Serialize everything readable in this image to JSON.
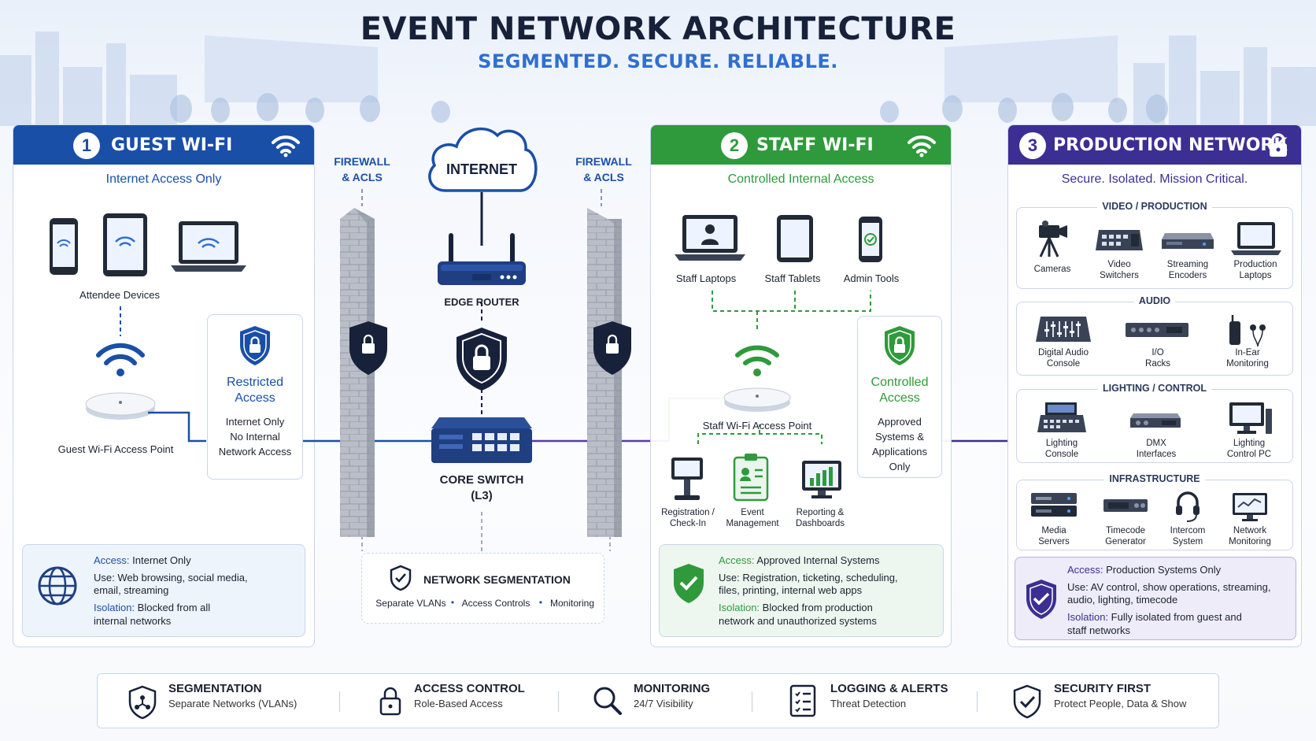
{
  "header": {
    "title": "EVENT NETWORK ARCHITECTURE",
    "subtitle": "SEGMENTED. SECURE. RELIABLE."
  },
  "colors": {
    "guest": "#1a4fa8",
    "staff": "#2f9a3c",
    "production": "#3b2f93",
    "ink": "#17213a"
  },
  "center": {
    "firewall_left": [
      "FIREWALL",
      "& ACLS"
    ],
    "firewall_right": [
      "FIREWALL",
      "& ACLS"
    ],
    "internet": "INTERNET",
    "edge_router": "EDGE ROUTER",
    "core_switch": [
      "CORE SWITCH",
      "(L3)"
    ],
    "segmentation": {
      "title": "NETWORK SEGMENTATION",
      "items": [
        "Separate VLANs",
        "Access Controls",
        "Monitoring"
      ]
    }
  },
  "guest": {
    "number": "1",
    "title": "GUEST WI-FI",
    "tagline": "Internet Access Only",
    "devices_label": "Attendee Devices",
    "ap_label": "Guest Wi-Fi Access Point",
    "restricted": {
      "title": [
        "Restricted",
        "Access"
      ],
      "lines": [
        "Internet Only",
        "No Internal",
        "Network Access"
      ]
    },
    "info": {
      "access_key": "Access:",
      "access_val": "Internet Only",
      "use_key": "Use:",
      "use_val": [
        "Web browsing, social media,",
        "email, streaming"
      ],
      "iso_key": "Isolation:",
      "iso_val": [
        "Blocked from all",
        "internal networks"
      ]
    }
  },
  "staff": {
    "number": "2",
    "title": "STAFF WI-FI",
    "tagline": "Controlled Internal Access",
    "devices": [
      "Staff Laptops",
      "Staff Tablets",
      "Admin Tools"
    ],
    "ap_label": "Staff Wi-Fi Access Point",
    "apps": [
      [
        "Registration /",
        "Check-In"
      ],
      [
        "Event",
        "Management"
      ],
      [
        "Reporting &",
        "Dashboards"
      ]
    ],
    "controlled": {
      "title": [
        "Controlled",
        "Access"
      ],
      "lines": [
        "Approved",
        "Systems &",
        "Applications",
        "Only"
      ]
    },
    "info": {
      "access_key": "Access:",
      "access_val": "Approved Internal Systems",
      "use_key": "Use:",
      "use_val": [
        "Registration, ticketing, scheduling,",
        "files, printing, internal web apps"
      ],
      "iso_key": "Isolation:",
      "iso_val": [
        "Blocked from production",
        "network and unauthorized systems"
      ]
    }
  },
  "production": {
    "number": "3",
    "title": "PRODUCTION NETWORK",
    "tagline": "Secure. Isolated. Mission Critical.",
    "groups": [
      {
        "name": "VIDEO / PRODUCTION",
        "items": [
          [
            "Cameras"
          ],
          [
            "Video",
            "Switchers"
          ],
          [
            "Streaming",
            "Encoders"
          ],
          [
            "Production",
            "Laptops"
          ]
        ]
      },
      {
        "name": "AUDIO",
        "items": [
          [
            "Digital Audio",
            "Console"
          ],
          [
            "I/O",
            "Racks"
          ],
          [
            "In-Ear",
            "Monitoring"
          ]
        ]
      },
      {
        "name": "LIGHTING / CONTROL",
        "items": [
          [
            "Lighting",
            "Console"
          ],
          [
            "DMX",
            "Interfaces"
          ],
          [
            "Lighting",
            "Control PC"
          ]
        ]
      },
      {
        "name": "INFRASTRUCTURE",
        "items": [
          [
            "Media",
            "Servers"
          ],
          [
            "Timecode",
            "Generator"
          ],
          [
            "Intercom",
            "System"
          ],
          [
            "Network",
            "Monitoring"
          ]
        ]
      }
    ],
    "info": {
      "access_key": "Access:",
      "access_val": "Production Systems Only",
      "use_key": "Use:",
      "use_val": [
        "AV control, show operations, streaming,",
        "audio, lighting, timecode"
      ],
      "iso_key": "Isolation:",
      "iso_val": [
        "Fully isolated from guest and",
        "staff networks"
      ]
    }
  },
  "features": [
    {
      "title": "SEGMENTATION",
      "sub": "Separate Networks (VLANs)",
      "icon": "shield-network-icon"
    },
    {
      "title": "ACCESS CONTROL",
      "sub": "Role-Based Access",
      "icon": "padlock-icon"
    },
    {
      "title": "MONITORING",
      "sub": "24/7 Visibility",
      "icon": "magnifier-icon"
    },
    {
      "title": "LOGGING & ALERTS",
      "sub": "Threat Detection",
      "icon": "log-list-icon"
    },
    {
      "title": "SECURITY FIRST",
      "sub": "Protect People, Data & Show",
      "icon": "shield-check-icon"
    }
  ]
}
